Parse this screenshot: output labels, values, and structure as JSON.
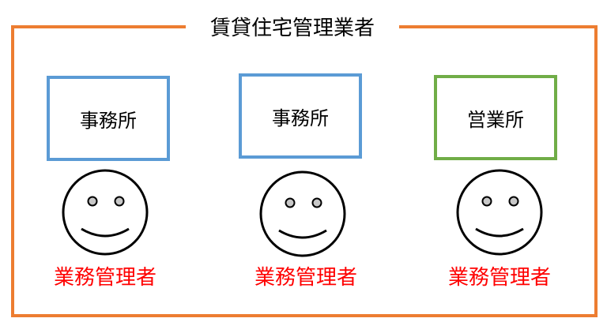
{
  "title": "賃貸住宅管理業者",
  "colors": {
    "frame": "#ED7D31",
    "office": "#5B9BD5",
    "branch": "#70AD47",
    "label": "#FF0000"
  },
  "units": [
    {
      "box_label": "事務所",
      "person_label": "業務管理者",
      "icon": "smiley-face-icon"
    },
    {
      "box_label": "事務所",
      "person_label": "業務管理者",
      "icon": "smiley-face-icon"
    },
    {
      "box_label": "営業所",
      "person_label": "業務管理者",
      "icon": "smiley-face-icon"
    }
  ]
}
